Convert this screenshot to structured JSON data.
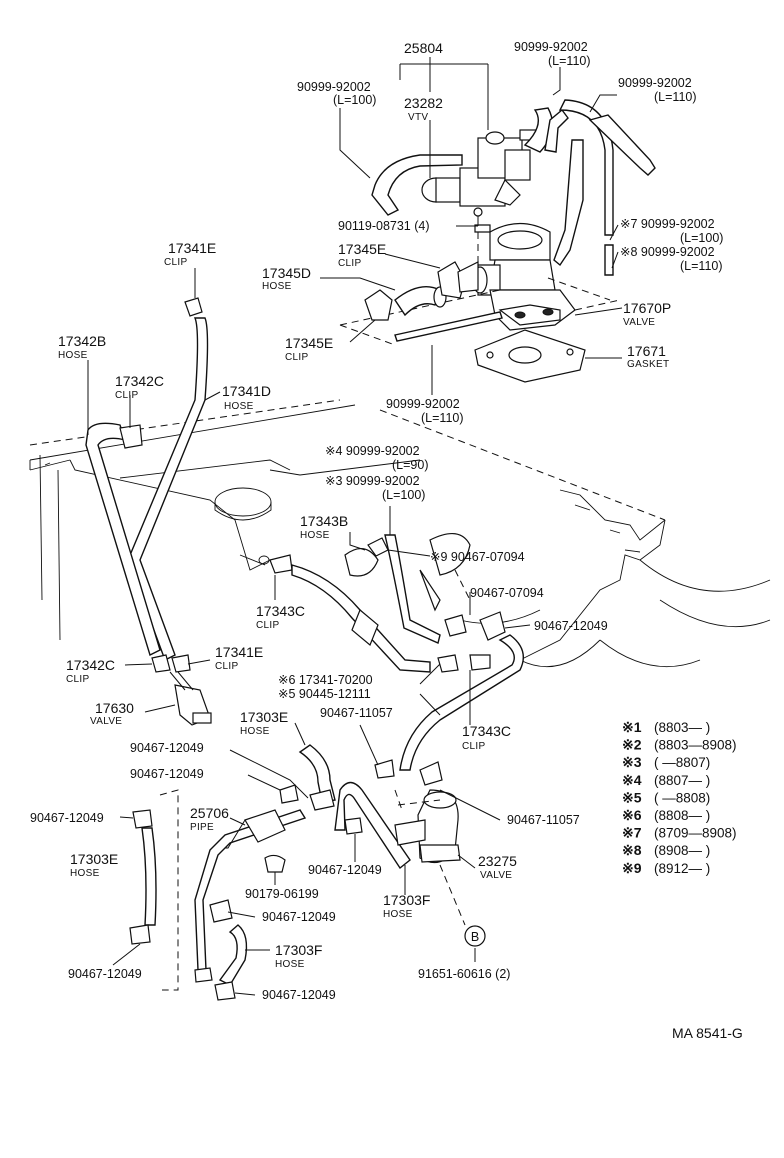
{
  "diagram_code": "MA 8541-G",
  "legend_mark": "※",
  "labels": {
    "p25804": "25804",
    "p90999_l100_top": "90999-92002",
    "p90999_l100_top_len": "(L=100)",
    "p23282": "23282",
    "p23282_name": "VTV",
    "p90999_l110_a": "90999-92002",
    "p90999_l110_a_len": "(L=110)",
    "p90999_l110_b": "90999-92002",
    "p90999_l110_b_len": "(L=110)",
    "p90119": "90119-08731 (4)",
    "p7": "※7 90999-92002",
    "p7_len": "(L=100)",
    "p8": "※8 90999-92002",
    "p8_len": "(L=110)",
    "p17345E_top": "17345E",
    "p17345E_top_name": "CLIP",
    "p17345D": "17345D",
    "p17345D_name": "HOSE",
    "p17345E_low": "17345E",
    "p17345E_low_name": "CLIP",
    "p17670P": "17670P",
    "p17670P_name": "VALVE",
    "p17671": "17671",
    "p17671_name": "GASKET",
    "p90999_mid": "90999-92002",
    "p90999_mid_len": "(L=110)",
    "p17341E_top": "17341E",
    "p17341E_top_name": "CLIP",
    "p17342B": "17342B",
    "p17342B_name": "HOSE",
    "p17342C_top": "17342C",
    "p17342C_top_name": "CLIP",
    "p17341D": "17341D",
    "p17341D_name": "HOSE",
    "p4": "※4 90999-92002",
    "p4_len": "(L=90)",
    "p3": "※3 90999-92002",
    "p3_len": "(L=100)",
    "p17343B": "17343B",
    "p17343B_name": "HOSE",
    "p9": "※9 90467-07094",
    "p90467_07094": "90467-07094",
    "p90467_12049_r": "90467-12049",
    "p17343C_l": "17343C",
    "p17343C_l_name": "CLIP",
    "p17342C_low": "17342C",
    "p17342C_low_name": "CLIP",
    "p17341E_low": "17341E",
    "p17341E_low_name": "CLIP",
    "p6": "※6 17341-70200",
    "p5": "※5 90445-12111",
    "p17630": "17630",
    "p17630_name": "VALVE",
    "p17303E_top": "17303E",
    "p17303E_top_name": "HOSE",
    "p90467_11057_a": "90467-11057",
    "p17343C_r": "17343C",
    "p17343C_r_name": "CLIP",
    "p90467_12049_a": "90467-12049",
    "p90467_12049_b": "90467-12049",
    "p90467_12049_c": "90467-12049",
    "p25706": "25706",
    "p25706_name": "PIPE",
    "p90467_11057_b": "90467-11057",
    "p17303E_left": "17303E",
    "p17303E_left_name": "HOSE",
    "p90467_12049_d": "90467-12049",
    "p23275": "23275",
    "p23275_name": "VALVE",
    "p90179": "90179-06199",
    "p17303F_r": "17303F",
    "p17303F_r_name": "HOSE",
    "p90467_12049_e": "90467-12049",
    "p90467_12049_f": "90467-12049",
    "p17303F_low": "17303F",
    "p17303F_low_name": "HOSE",
    "p90467_12049_g": "90467-12049",
    "p91651": "91651-60616 (2)",
    "circle_b": "B"
  },
  "legend": [
    {
      "num": "1",
      "range": "(8803—        )"
    },
    {
      "num": "2",
      "range": "(8803—8908)"
    },
    {
      "num": "3",
      "range": "(         —8807)"
    },
    {
      "num": "4",
      "range": "(8807—        )"
    },
    {
      "num": "5",
      "range": "(         —8808)"
    },
    {
      "num": "6",
      "range": "(8808—        )"
    },
    {
      "num": "7",
      "range": "(8709—8908)"
    },
    {
      "num": "8",
      "range": "(8908—        )"
    },
    {
      "num": "9",
      "range": "(8912—        )"
    }
  ]
}
